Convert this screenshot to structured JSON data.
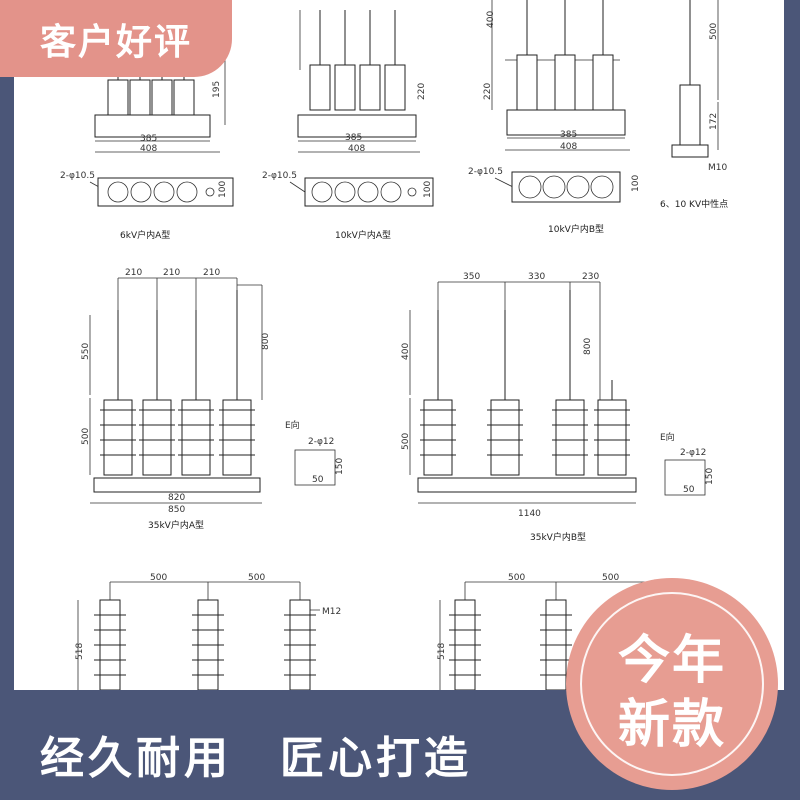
{
  "badge_top_left": "客户好评",
  "bottom_banner": "经久耐用　匠心打造",
  "circle_badge": {
    "line1": "今年",
    "line2": "新款"
  },
  "drawing": {
    "top_row": [
      {
        "caption": "6kV户内A型",
        "dims": [
          "385",
          "408",
          "195"
        ],
        "hole": "2-φ10.5",
        "side": "100"
      },
      {
        "caption": "10kV户内A型",
        "dims": [
          "385",
          "408",
          "220"
        ],
        "hole": "2-φ10.5",
        "side": "100"
      },
      {
        "caption": "10kV户内B型",
        "dims": [
          "385",
          "408",
          "220",
          "400"
        ],
        "hole": "2-φ10.5",
        "side": "100"
      },
      {
        "caption": "6、10 KV中性点",
        "dims": [
          "500",
          "172",
          "M10"
        ]
      }
    ],
    "mid_left": {
      "caption": "35kV户内A型",
      "spacing": [
        "210",
        "210",
        "210"
      ],
      "base": [
        "820",
        "850"
      ],
      "heights": [
        "550",
        "500",
        "800"
      ],
      "view": "E向",
      "hole": "2-φ12",
      "view_dims": [
        "150",
        "50"
      ]
    },
    "mid_right": {
      "caption": "35kV户内B型",
      "spacing": [
        "350",
        "330",
        "230"
      ],
      "base": [
        "1140"
      ],
      "heights": [
        "400",
        "500",
        "800"
      ],
      "view": "E向",
      "hole": "2-φ12",
      "view_dims": [
        "150",
        "50"
      ]
    },
    "bottom_left": {
      "spacing": [
        "500",
        "500"
      ],
      "height": "518",
      "bolt": "M12"
    },
    "bottom_right": {
      "spacing": [
        "500",
        "500"
      ],
      "height": "518"
    }
  },
  "colors": {
    "background": "#4b5678",
    "accent_pink": "#e3938a",
    "paper": "#ffffff"
  }
}
